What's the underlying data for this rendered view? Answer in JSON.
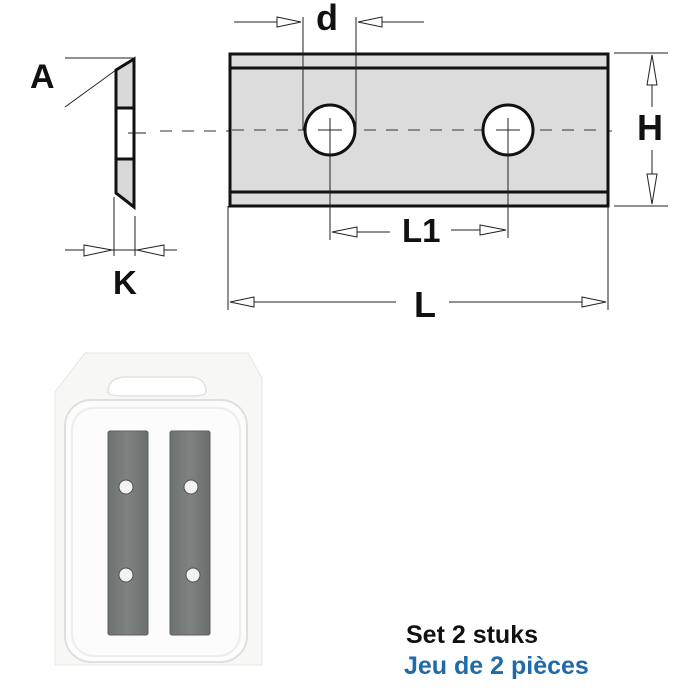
{
  "diagram": {
    "type": "technical-drawing",
    "subject": "reversible knife insert with two mounting holes",
    "dimension_labels": {
      "angle": "A",
      "thickness": "K",
      "hole_diameter": "d",
      "height": "H",
      "hole_spacing": "L1",
      "length": "L"
    },
    "colors": {
      "insert_fill": "#dcdcdc",
      "outline": "#111111",
      "caption_primary": "#111111",
      "caption_secondary": "#1f6aa8"
    }
  },
  "product_photo": {
    "description": "blister pack containing 2 knife inserts",
    "piece_count": 2,
    "holes_per_piece": 2
  },
  "captions": {
    "dutch": "Set 2 stuks",
    "french": "Jeu de 2 pièces"
  }
}
